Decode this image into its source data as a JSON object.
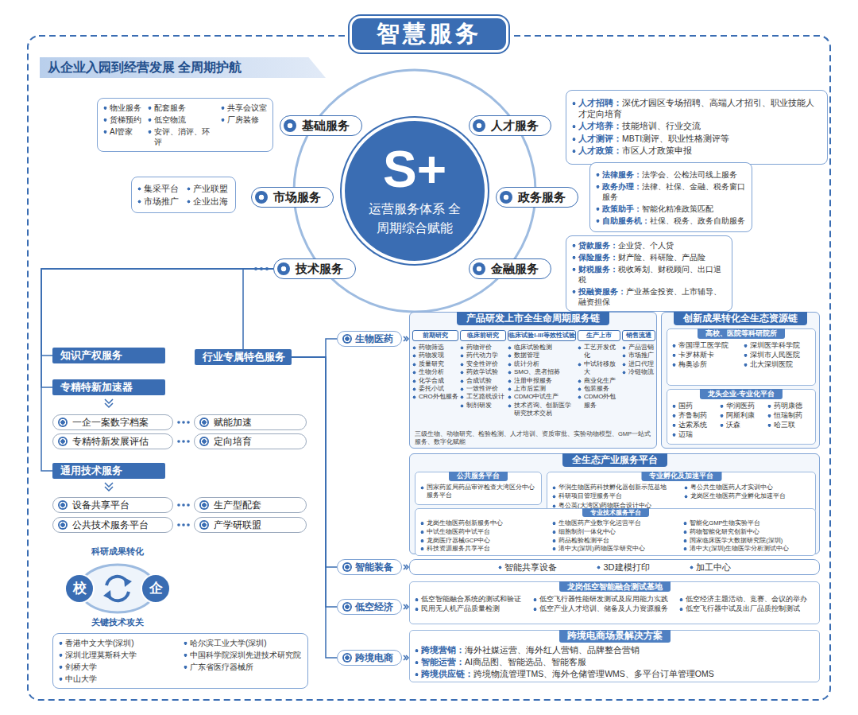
{
  "diagram": {
    "title": "智慧服务",
    "nodes": [
      {
        "text": [
          "从企业入园到经营发展 全周期护航"
        ]
      },
      {
        "text": [
          "S+",
          "运营服务体系 全周期综合赋能"
        ]
      },
      {
        "text": [
          "基础服务"
        ]
      },
      {
        "text": [
          "物业服务",
          "配套服务",
          "共享会议室",
          "货梯预约",
          "低空物流",
          "厂房装修",
          "AI管家",
          "安评、消评、环评"
        ]
      },
      {
        "text": [
          "人才服务"
        ]
      },
      {
        "text": [
          "人才招聘：深优才园区专场招聘、高端人才招引、职业技能人才定向培育",
          "人才培养：技能培训、行业交流",
          "人才测评：MBTI测评、职业性格测评等",
          "人才政策：市区人才政策申报"
        ]
      },
      {
        "text": [
          "政务服务"
        ]
      },
      {
        "text": [
          "法律服务：法学会、公检法司线上服务",
          "政务办理：法律、社保、金融、税务窗口服务",
          "政策助手：智能化精准政策匹配",
          "自助服务机：社保、税务、政务自助服务"
        ]
      },
      {
        "text": [
          "金融服务"
        ]
      },
      {
        "text": [
          "贷款服务：企业贷、个人贷",
          "保险服务：财产险、科研险、产品险",
          "财税服务：税收筹划、财税顾问、出口退税",
          "投融资服务：产业基金投资、上市辅导、融资担保"
        ]
      },
      {
        "text": [
          "技术服务"
        ]
      },
      {
        "text": [
          "市场服务"
        ]
      },
      {
        "text": [
          "集采平台",
          "产业联盟",
          "市场推广",
          "企业出海"
        ]
      },
      {
        "text": [
          "知识产权服务"
        ]
      },
      {
        "text": [
          "专精特新加速器"
        ]
      },
      {
        "text": [
          "一企一案数字档案"
        ]
      },
      {
        "text": [
          "赋能加速"
        ]
      },
      {
        "text": [
          "专精特新发展评估"
        ]
      },
      {
        "text": [
          "定向培育"
        ]
      },
      {
        "text": [
          "通用技术服务"
        ]
      },
      {
        "text": [
          "设备共享平台"
        ]
      },
      {
        "text": [
          "生产型配套"
        ]
      },
      {
        "text": [
          "公共技术服务平台"
        ]
      },
      {
        "text": [
          "产学研联盟"
        ]
      },
      {
        "text": [
          "科研成果转化",
          "校",
          "企",
          "关键技术攻关"
        ]
      },
      {
        "text": [
          "香港中文大学(深圳)",
          "哈尔滨工业大学(深圳)",
          "深圳北理莫斯科大学",
          "中国科学院深圳先进技术研究院",
          "剑桥大学",
          "广东省医疗器械所",
          "中山大学"
        ]
      },
      {
        "text": [
          "行业专属特色服务"
        ]
      },
      {
        "text": [
          "生物医药"
        ]
      },
      {
        "text": [
          "智能装备"
        ]
      },
      {
        "text": [
          "低空经济"
        ]
      },
      {
        "text": [
          "跨境电商"
        ]
      },
      {
        "text": [
          "产品研发上市全生命周期服务链",
          "三级生物、动物研究、检验检测、人才培训、资质审批、实验动物模型、GMP一站式服务、数字化赋能"
        ]
      },
      {
        "text": [
          "前期研究",
          "药物筛选",
          "药物发现",
          "质量研究",
          "生物分析",
          "化学合成",
          "委托小试",
          "CRO外包服务"
        ],
        "in": 31
      },
      {
        "text": [
          "临床前研究",
          "药物评价",
          "药代动力学",
          "安全性评价",
          "药效学试验",
          "合成试验",
          "一致性评价",
          "工艺路线设计",
          "制剂研发"
        ],
        "in": 31
      },
      {
        "text": [
          "临床试验I-III等效性试验",
          "临床试验检测",
          "数据管理",
          "统计分析",
          "SMO、患者招募",
          "注册申报服务",
          "上市后监测",
          "CDMO中试生产",
          "技术咨询、创新医学研究技术交易"
        ],
        "in": 31
      },
      {
        "text": [
          "生产上市",
          "工艺开发优化",
          "中试转移放大",
          "商业化生产",
          "包装服务",
          "CDMO外包服务"
        ],
        "in": 31
      },
      {
        "text": [
          "销售流通",
          "产品营销",
          "市场推广",
          "进口代理",
          "冷链物流"
        ],
        "in": 31
      },
      {
        "text": [
          "创新成果转化全生态资源链"
        ]
      },
      {
        "text": [
          "高校、医院等科研院所",
          "帝国理工医学院",
          "深圳医学科学院",
          "卡罗林斯卡",
          "深圳市人民医院",
          "梅奥诊所",
          "北大深圳医院"
        ],
        "in": 37
      },
      {
        "text": [
          "龙头企业-专业化平台",
          "国药",
          "华润医药",
          "药明康德",
          "齐鲁制药",
          "阿斯利康",
          "恒瑞制药",
          "达索系统",
          "沃森",
          "哈三联",
          "迈瑞"
        ],
        "in": 37
      },
      {
        "text": [
          "全生态产业服务平台"
        ]
      },
      {
        "text": [
          "公共服务平台",
          "国家药监局药品审评检查大湾区分中心服务平台"
        ],
        "in": 40
      },
      {
        "text": [
          "专业孵化及加速平台",
          "华润生物医药科技孵化器创新示范基地",
          "粤公共生物医药人才实训中心",
          "科研项目管理服务平台",
          "龙岗区生物医药产业孵化加速平台",
          "粤公英(大湾区)药物联合设计中心"
        ],
        "in": 40
      },
      {
        "text": [
          "专业技术服务平台",
          "龙岗生物医药创新服务中心",
          "生物医药产业数字化运营平台",
          "智能化GMP生物实验平台",
          "中试生物医药中试平台",
          "细胞制剂一体化中心",
          "药物智能化研究创新中心",
          "龙岗医疗器械GCP中心",
          "药品检验检测平台",
          "国家临床医学大数据研究院(深圳)",
          "科技资源服务共享平台",
          "港中大(深圳)药物医学研究中心",
          "港中大(深圳)生物医学分析测试中心"
        ],
        "in": 40
      },
      {
        "text": [
          "智能共享设备",
          "3D建模打印",
          "加工中心"
        ]
      },
      {
        "text": [
          "龙岗低空智能融合测试基地",
          "低空智能融合系统的测试和验证",
          "低空飞行器性能研发测试及应用能力实践",
          "低空经济主题活动、竞赛、会议的举办",
          "民用无人机产品质量检测",
          "低空产业人才培训、储备及人力资源服务",
          "低空飞行器中试及出厂品质控制测试"
        ]
      },
      {
        "text": [
          "跨境电商场景解决方案",
          "跨境营销：海外社媒运营、海外红人营销、品牌整合营销",
          "智能运营：AI商品图、智能选品、智能客服",
          "跨境供应链：跨境物流管理TMS、海外仓储管理WMS、多平台订单管理OMS"
        ]
      }
    ],
    "edges": [
      {
        "from": 10,
        "to": 13,
        "arrow": "none"
      },
      {
        "from": 10,
        "to": 14,
        "arrow": "none"
      },
      {
        "from": 10,
        "to": 19,
        "arrow": "none"
      },
      {
        "from": 10,
        "to": 26,
        "arrow": "none"
      },
      {
        "from": 26,
        "to": 27,
        "arrow": "none"
      },
      {
        "from": 26,
        "to": 28,
        "arrow": "none"
      },
      {
        "from": 26,
        "to": 29,
        "arrow": "none"
      },
      {
        "from": 26,
        "to": 30,
        "arrow": "none"
      }
    ]
  }
}
